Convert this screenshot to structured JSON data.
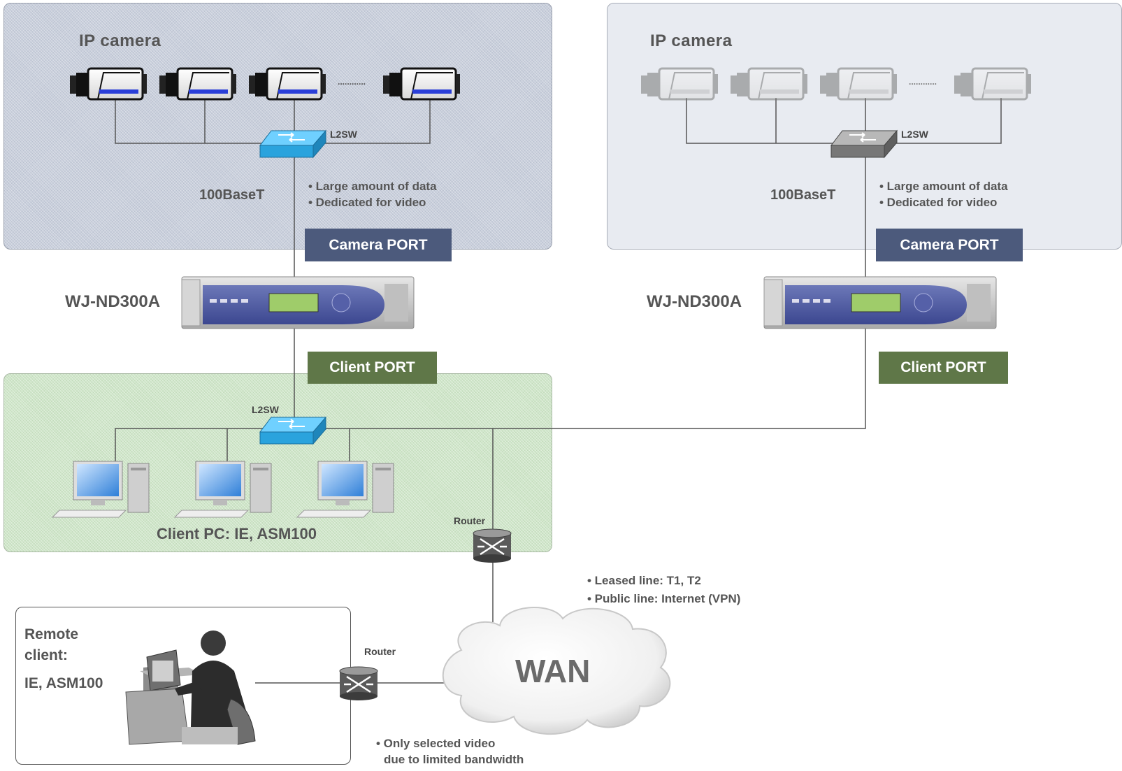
{
  "left_site": {
    "ip_camera_label": "IP camera",
    "switch_label": "L2SW",
    "link_label": "100BaseT",
    "bullets": [
      "• Large amount of data",
      "• Dedicated for video"
    ],
    "camera_port_label": "Camera PORT",
    "recorder_label": "WJ-ND300A",
    "client_port_label": "Client PORT",
    "dots": "............"
  },
  "right_site": {
    "ip_camera_label": "IP camera",
    "switch_label": "L2SW",
    "link_label": "100BaseT",
    "bullets": [
      "• Large amount of data",
      "• Dedicated for video"
    ],
    "camera_port_label": "Camera PORT",
    "recorder_label": "WJ-ND300A",
    "client_port_label": "Client PORT",
    "dots": "............"
  },
  "client_lan": {
    "switch_label": "L2SW",
    "client_pc_label": "Client PC: IE, ASM100",
    "router_label": "Router"
  },
  "wan": {
    "label": "WAN",
    "bullets": [
      "• Leased line: T1, T2",
      "• Public line: Internet (VPN)"
    ],
    "remote_router_label": "Router",
    "remote_note_line1": "• Only selected video",
    "remote_note_line2": "due to limited bandwidth"
  },
  "remote": {
    "line1": "Remote",
    "line2": "client:",
    "line3": "IE, ASM100"
  },
  "colors": {
    "camera_port": "#4c5a7c",
    "client_port": "#5f7748",
    "switch_blue": "#2aa3dd",
    "switch_gray": "#777777",
    "camera_stripe": "#2a3fd8"
  }
}
